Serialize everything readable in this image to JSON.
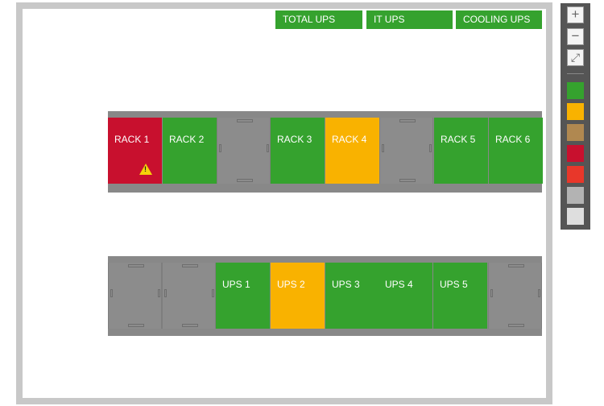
{
  "header": {
    "total_ups": "TOTAL UPS",
    "it_ups": "IT UPS",
    "cooling_ups": "COOLING UPS"
  },
  "colors": {
    "ok": "#35a22e",
    "warning": "#f9b200",
    "critical": "#c8102e",
    "empty": "#8c8c8c"
  },
  "rack_row": [
    {
      "label": "RACK 1",
      "status": "critical",
      "alert": "!"
    },
    {
      "label": "RACK 2",
      "status": "ok"
    },
    {
      "label": "",
      "status": "empty"
    },
    {
      "label": "RACK 3",
      "status": "ok"
    },
    {
      "label": "RACK 4",
      "status": "warning"
    },
    {
      "label": "",
      "status": "empty"
    },
    {
      "label": "RACK 5",
      "status": "ok"
    },
    {
      "label": "RACK 6",
      "status": "ok"
    }
  ],
  "ups_row": [
    {
      "label": "",
      "status": "empty"
    },
    {
      "label": "",
      "status": "empty"
    },
    {
      "label": "UPS 1",
      "status": "ok"
    },
    {
      "label": "UPS 2",
      "status": "warning"
    },
    {
      "label": "UPS 3",
      "status": "ok"
    },
    {
      "label": "UPS 4",
      "status": "ok"
    },
    {
      "label": "UPS 5",
      "status": "ok"
    },
    {
      "label": "",
      "status": "empty"
    }
  ],
  "toolbar": {
    "zoom_in": "+",
    "zoom_out": "−",
    "fit": "⤢",
    "swatches": [
      "#35a22e",
      "#f9b200",
      "#b08850",
      "#c8102e",
      "#e8372a",
      "#b3b3b3",
      "#dedede"
    ]
  }
}
